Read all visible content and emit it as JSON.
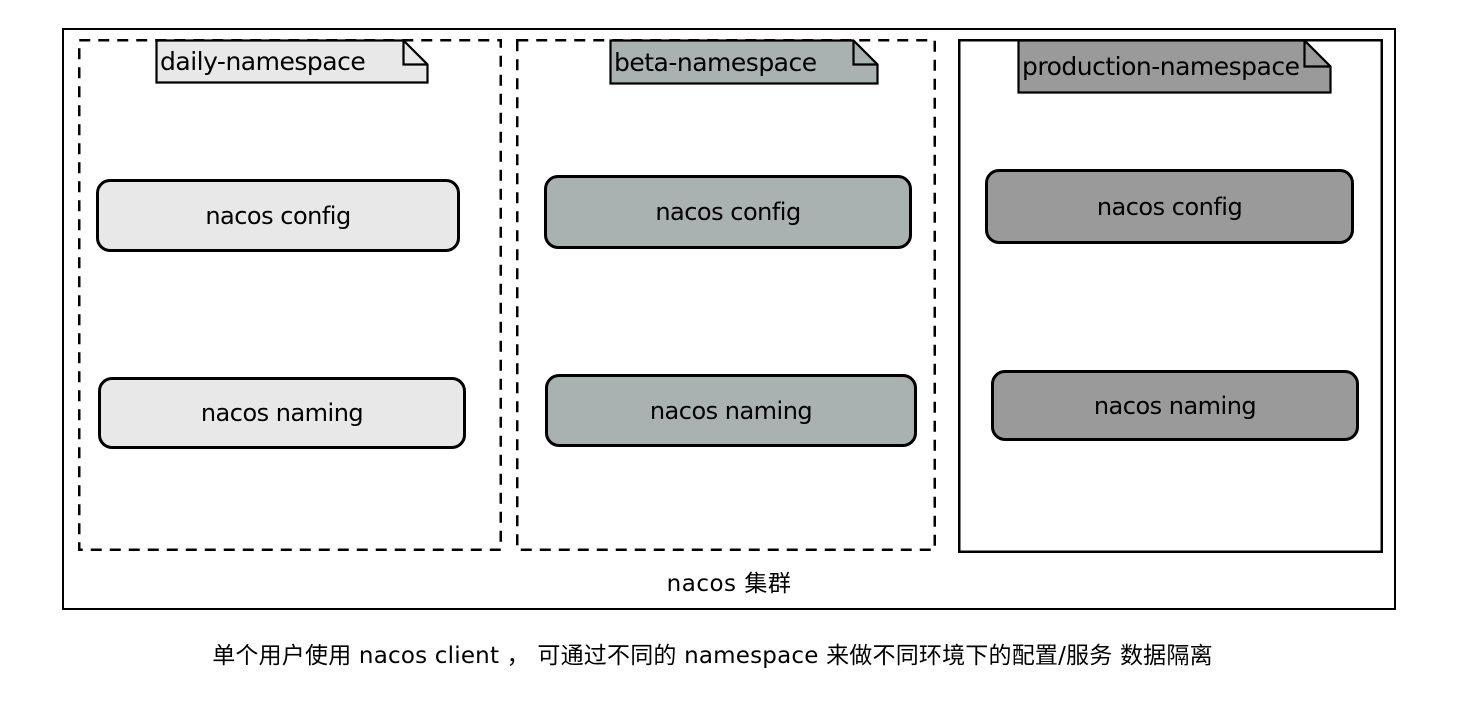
{
  "diagram": {
    "cluster_label": "nacos 集群",
    "caption": "单个用户使用 nacos client ， 可通过不同的 namespace 来做不同环境下的配置/服务 数据隔离",
    "colors": {
      "border": "#000000",
      "daily_fill": "#e8e8e8",
      "beta_fill": "#a9b1b1",
      "production_fill": "#9a9a9a"
    },
    "namespaces": [
      {
        "name": "daily-namespace",
        "border_style": "dashed",
        "fill": "#e8e8e8",
        "components": [
          {
            "label": "nacos config"
          },
          {
            "label": "nacos naming"
          }
        ]
      },
      {
        "name": "beta-namespace",
        "border_style": "dashed",
        "fill": "#a9b1b1",
        "components": [
          {
            "label": "nacos config"
          },
          {
            "label": "nacos naming"
          }
        ]
      },
      {
        "name": "production-namespace",
        "border_style": "solid",
        "fill": "#9a9a9a",
        "components": [
          {
            "label": "nacos config"
          },
          {
            "label": "nacos naming"
          }
        ]
      }
    ]
  }
}
